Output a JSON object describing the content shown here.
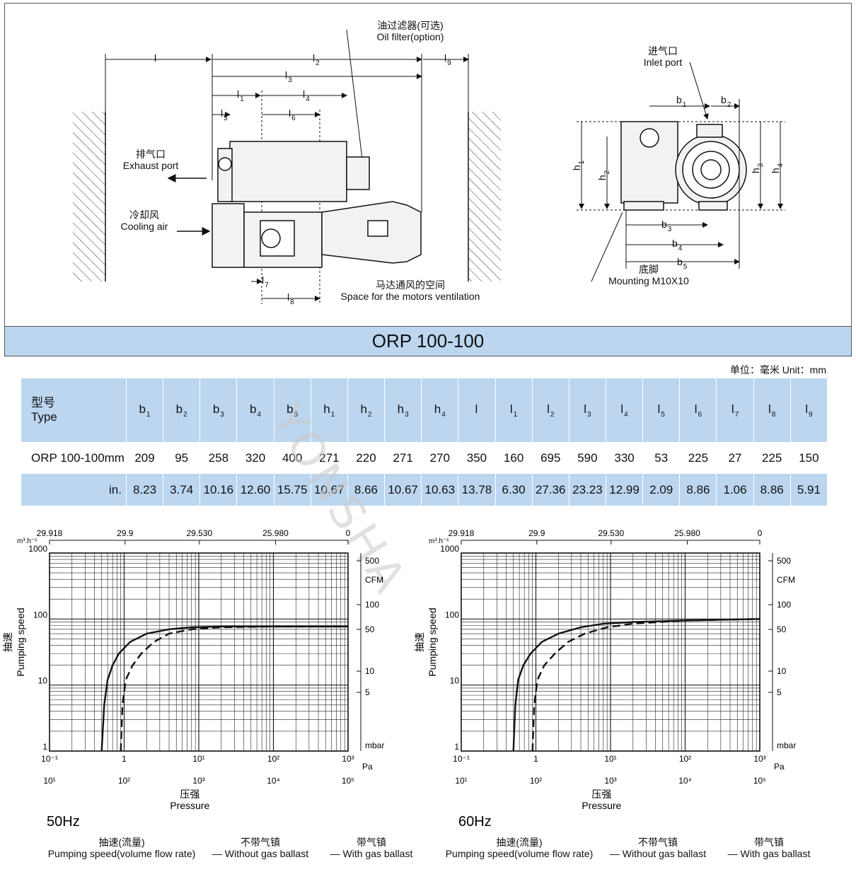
{
  "drawing": {
    "oil_filter_cn": "油过滤器(可选)",
    "oil_filter_en": "Oil filter(option)",
    "exhaust_cn": "排气口",
    "exhaust_en": "Exhaust port",
    "cooling_cn": "冷却风",
    "cooling_en": "Cooling air",
    "motor_space_cn": "马达通风的空间",
    "motor_space_en": "Space for the motors ventilation",
    "inlet_cn": "进气口",
    "inlet_en": "Inlet port",
    "mounting_cn": "底脚",
    "mounting_en": "Mounting M10X10",
    "dims_side": [
      "l",
      "l2",
      "l3",
      "l1",
      "l4",
      "l5",
      "l6",
      "l9",
      "l7",
      "l8"
    ],
    "dims_front": [
      "b1",
      "b2",
      "b3",
      "b4",
      "b5",
      "h1",
      "h2",
      "h3",
      "h4"
    ]
  },
  "title": "ORP 100-100",
  "unit": "单位：毫米  Unit：mm",
  "table": {
    "type_cn": "型号",
    "type_en": "Type",
    "headers": [
      {
        "b": "b",
        "s": "1"
      },
      {
        "b": "b",
        "s": "2"
      },
      {
        "b": "b",
        "s": "3"
      },
      {
        "b": "b",
        "s": "4"
      },
      {
        "b": "b",
        "s": "5"
      },
      {
        "b": "h",
        "s": "1"
      },
      {
        "b": "h",
        "s": "2"
      },
      {
        "b": "h",
        "s": "3"
      },
      {
        "b": "h",
        "s": "4"
      },
      {
        "b": "l",
        "s": ""
      },
      {
        "b": "l",
        "s": "1"
      },
      {
        "b": "l",
        "s": "2"
      },
      {
        "b": "l",
        "s": "3"
      },
      {
        "b": "l",
        "s": "4"
      },
      {
        "b": "l",
        "s": "5"
      },
      {
        "b": "l",
        "s": "6"
      },
      {
        "b": "l",
        "s": "7"
      },
      {
        "b": "l",
        "s": "8"
      },
      {
        "b": "l",
        "s": "9"
      }
    ],
    "mm_label": "ORP 100-100mm",
    "mm": [
      "209",
      "95",
      "258",
      "320",
      "400",
      "271",
      "220",
      "271",
      "270",
      "350",
      "160",
      "695",
      "590",
      "330",
      "53",
      "225",
      "27",
      "225",
      "150"
    ],
    "in_label": "in.",
    "in": [
      "8.23",
      "3.74",
      "10.16",
      "12.60",
      "15.75",
      "10.67",
      "8.66",
      "10.67",
      "10.63",
      "13.78",
      "6.30",
      "27.36",
      "23.23",
      "12.99",
      "2.09",
      "8.86",
      "1.06",
      "8.86",
      "5.91"
    ]
  },
  "watermark": "YONSHA",
  "chart_data": [
    {
      "type": "line",
      "title": "50Hz",
      "xlabel_cn": "压强",
      "xlabel_en": "Pressure",
      "ylabel_cn": "抽速",
      "ylabel_en": "Pumping speed",
      "yunit": "m³.h⁻¹",
      "x_scale": "log",
      "y_scale": "log",
      "xlim": [
        0.1,
        1000
      ],
      "ylim": [
        1,
        1000
      ],
      "x_ticks_mbar": [
        "10⁻¹",
        "1",
        "10¹",
        "10²",
        "10³"
      ],
      "x_ticks_pa": [
        "10¹",
        "10²",
        "10³",
        "10⁴",
        "10⁵"
      ],
      "top_ticks": [
        "29.918",
        "29.9",
        "29.530",
        "25.980",
        "0"
      ],
      "y_ticks": [
        "1",
        "10",
        "100",
        "1000"
      ],
      "right_ticks": [
        "500",
        "CFM",
        "100",
        "50",
        "10",
        "5"
      ],
      "right_unit": "mbar",
      "pa_unit": "Pa",
      "series": [
        {
          "name": "Without gas ballast",
          "dash": false,
          "x": [
            0.5,
            0.54,
            0.6,
            0.7,
            0.85,
            1.2,
            2,
            4,
            8,
            20,
            100,
            1000
          ],
          "y": [
            1,
            5,
            12,
            20,
            30,
            45,
            60,
            70,
            75,
            77,
            77,
            77
          ]
        },
        {
          "name": "With gas ballast",
          "dash": true,
          "x": [
            0.9,
            0.95,
            1.05,
            1.3,
            1.7,
            2.5,
            4,
            8,
            20,
            100,
            1000
          ],
          "y": [
            1,
            5,
            12,
            20,
            30,
            45,
            60,
            70,
            75,
            77,
            77
          ]
        }
      ]
    },
    {
      "type": "line",
      "title": "60Hz",
      "xlabel_cn": "压强",
      "xlabel_en": "Pressure",
      "ylabel_cn": "抽速",
      "ylabel_en": "Pumping speed",
      "yunit": "m³.h⁻¹",
      "x_scale": "log",
      "y_scale": "log",
      "xlim": [
        0.1,
        1000
      ],
      "ylim": [
        1,
        1000
      ],
      "x_ticks_mbar": [
        "10⁻¹",
        "1",
        "10¹",
        "10²",
        "10³"
      ],
      "x_ticks_pa": [
        "10¹",
        "10²",
        "10³",
        "10⁴",
        "10⁵"
      ],
      "top_ticks": [
        "29.918",
        "29.9",
        "29.530",
        "25.980",
        "0"
      ],
      "y_ticks": [
        "1",
        "10",
        "100",
        "1000"
      ],
      "right_ticks": [
        "500",
        "CFM",
        "100",
        "50",
        "10",
        "5"
      ],
      "right_unit": "mbar",
      "pa_unit": "Pa",
      "series": [
        {
          "name": "Without gas ballast",
          "dash": false,
          "x": [
            0.5,
            0.53,
            0.58,
            0.68,
            0.85,
            1.2,
            2,
            4,
            8,
            20,
            100,
            1000
          ],
          "y": [
            1,
            5,
            12,
            20,
            30,
            45,
            60,
            75,
            85,
            90,
            95,
            100
          ]
        },
        {
          "name": "With gas ballast",
          "dash": true,
          "x": [
            0.9,
            0.95,
            1.05,
            1.3,
            1.8,
            2.7,
            4.5,
            9,
            20,
            100,
            1000
          ],
          "y": [
            1,
            5,
            12,
            20,
            30,
            45,
            60,
            75,
            85,
            95,
            100
          ]
        }
      ]
    }
  ],
  "legend": {
    "speed_cn": "抽速(流量)",
    "speed_en": "Pumping speed(volume flow rate)",
    "without_cn": "不带气镇",
    "without_en": "Without gas ballast",
    "with_cn": "带气镇",
    "with_en": "With gas ballast"
  }
}
